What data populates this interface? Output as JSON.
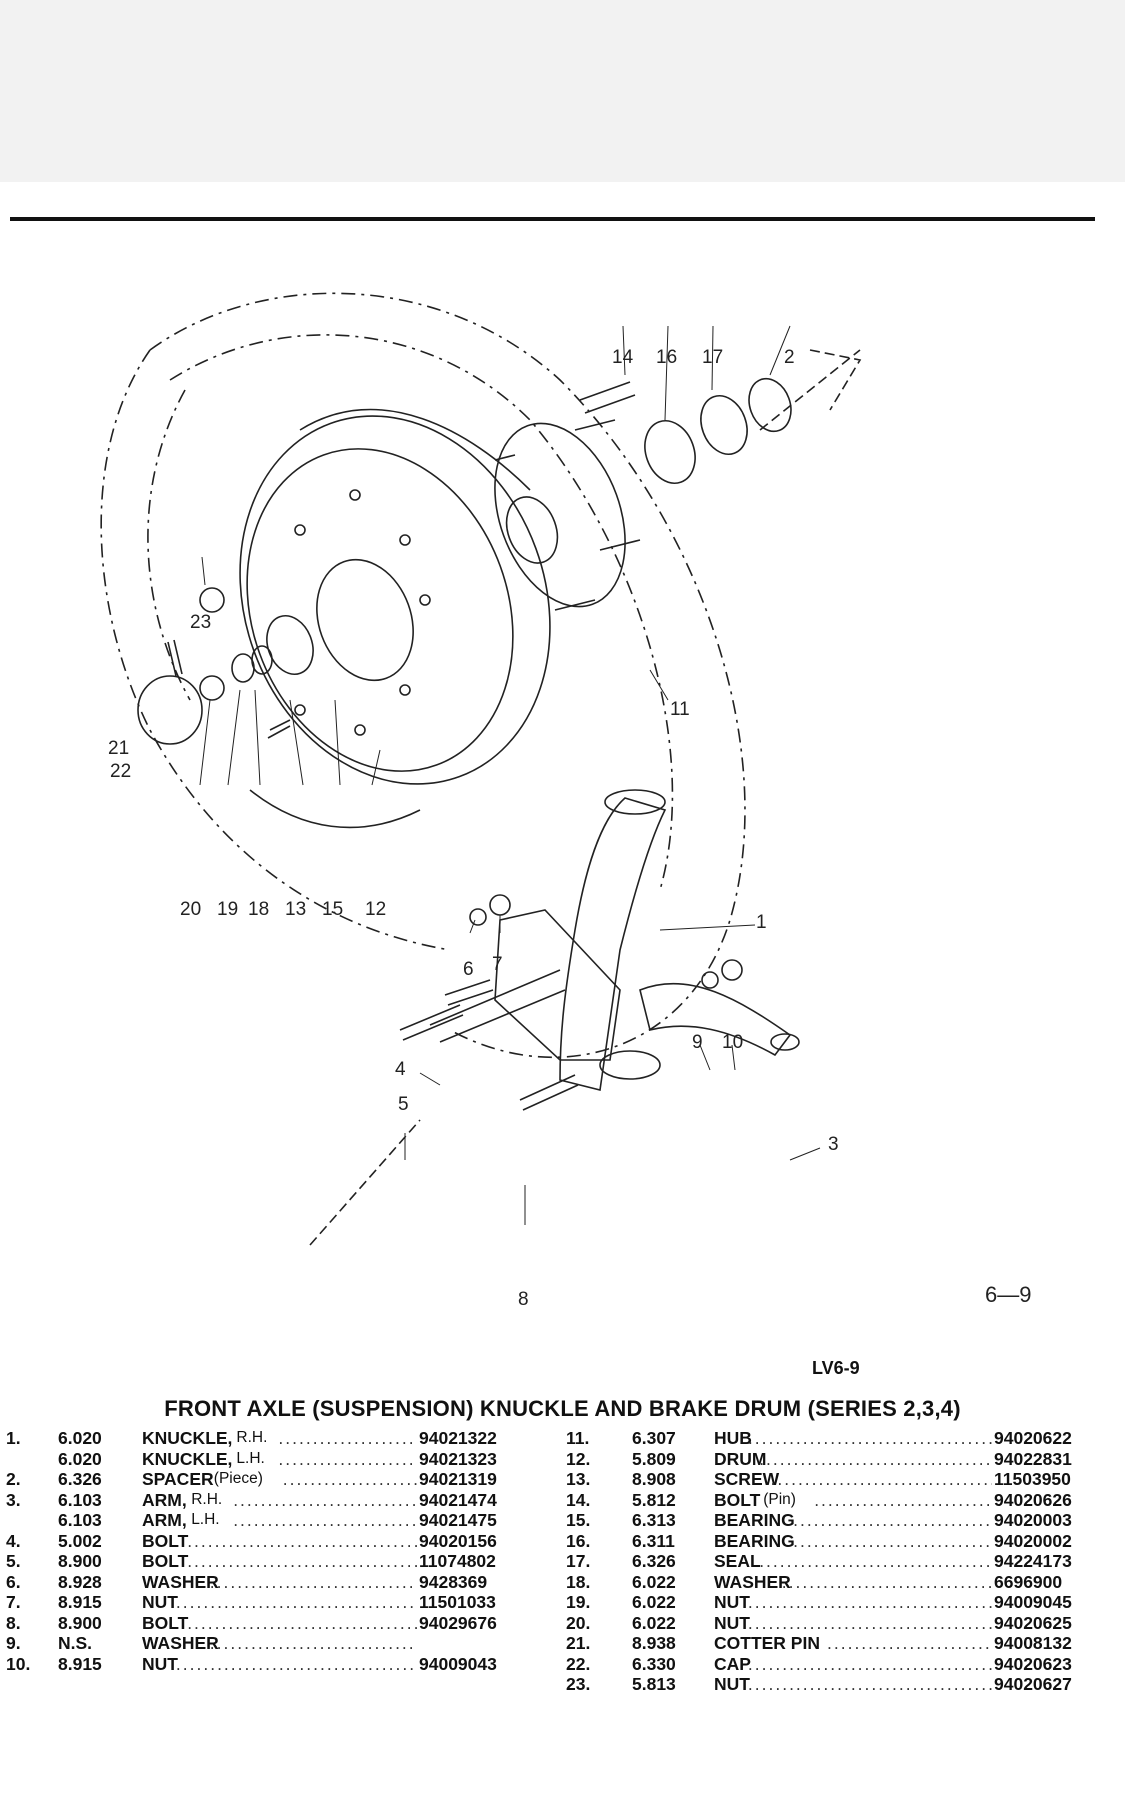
{
  "figure": {
    "page_number": "6—9",
    "code": "LV6-9",
    "callouts": [
      "1",
      "2",
      "3",
      "4",
      "5",
      "6",
      "7",
      "8",
      "9",
      "10",
      "11",
      "12",
      "13",
      "14",
      "15",
      "16",
      "17",
      "18",
      "19",
      "20",
      "21",
      "22",
      "23"
    ]
  },
  "title": "FRONT AXLE (SUSPENSION) KNUCKLE AND BRAKE DRUM (SERIES 2,3,4)",
  "left_parts": [
    {
      "num": "1.",
      "code": "6.020",
      "name": "KNUCKLE,",
      "qual": "R.H.",
      "part": "94021322"
    },
    {
      "num": "",
      "code": "6.020",
      "name": "KNUCKLE,",
      "qual": "L.H.",
      "part": "94021323"
    },
    {
      "num": "2.",
      "code": "6.326",
      "name": "SPACER",
      "qual": "(Piece)",
      "part": "94021319"
    },
    {
      "num": "3.",
      "code": "6.103",
      "name": "ARM,",
      "qual": "R.H.",
      "part": "94021474"
    },
    {
      "num": "",
      "code": "6.103",
      "name": "ARM,",
      "qual": "L.H.",
      "part": "94021475"
    },
    {
      "num": "4.",
      "code": "5.002",
      "name": "BOLT",
      "qual": "",
      "part": "94020156"
    },
    {
      "num": "5.",
      "code": "8.900",
      "name": "BOLT",
      "qual": "",
      "part": "11074802"
    },
    {
      "num": "6.",
      "code": "8.928",
      "name": "WASHER",
      "qual": "",
      "part": "9428369"
    },
    {
      "num": "7.",
      "code": "8.915",
      "name": "NUT",
      "qual": "",
      "part": "11501033"
    },
    {
      "num": "8.",
      "code": "8.900",
      "name": "BOLT",
      "qual": "",
      "part": "94029676"
    },
    {
      "num": "9.",
      "code": "N.S.",
      "name": "WASHER",
      "qual": "",
      "part": ""
    },
    {
      "num": "10.",
      "code": "8.915",
      "name": "NUT",
      "qual": "",
      "part": "94009043"
    }
  ],
  "right_parts": [
    {
      "num": "11.",
      "code": "6.307",
      "name": "HUB",
      "qual": "",
      "part": "94020622"
    },
    {
      "num": "12.",
      "code": "5.809",
      "name": "DRUM",
      "qual": "",
      "part": "94022831"
    },
    {
      "num": "13.",
      "code": "8.908",
      "name": "SCREW",
      "qual": "",
      "part": "11503950"
    },
    {
      "num": "14.",
      "code": "5.812",
      "name": "BOLT",
      "qual": "(Pin)",
      "part": "94020626"
    },
    {
      "num": "15.",
      "code": "6.313",
      "name": "BEARING",
      "qual": "",
      "part": "94020003"
    },
    {
      "num": "16.",
      "code": "6.311",
      "name": "BEARING",
      "qual": "",
      "part": "94020002"
    },
    {
      "num": "17.",
      "code": "6.326",
      "name": "SEAL",
      "qual": "",
      "part": "94224173"
    },
    {
      "num": "18.",
      "code": "6.022",
      "name": "WASHER",
      "qual": "",
      "part": "6696900"
    },
    {
      "num": "19.",
      "code": "6.022",
      "name": "NUT",
      "qual": "",
      "part": "94009045"
    },
    {
      "num": "20.",
      "code": "6.022",
      "name": "NUT",
      "qual": "",
      "part": "94020625"
    },
    {
      "num": "21.",
      "code": "8.938",
      "name": "COTTER PIN",
      "qual": "",
      "part": "94008132"
    },
    {
      "num": "22.",
      "code": "6.330",
      "name": "CAP",
      "qual": "",
      "part": "94020623"
    },
    {
      "num": "23.",
      "code": "5.813",
      "name": "NUT",
      "qual": "",
      "part": "94020627"
    }
  ]
}
